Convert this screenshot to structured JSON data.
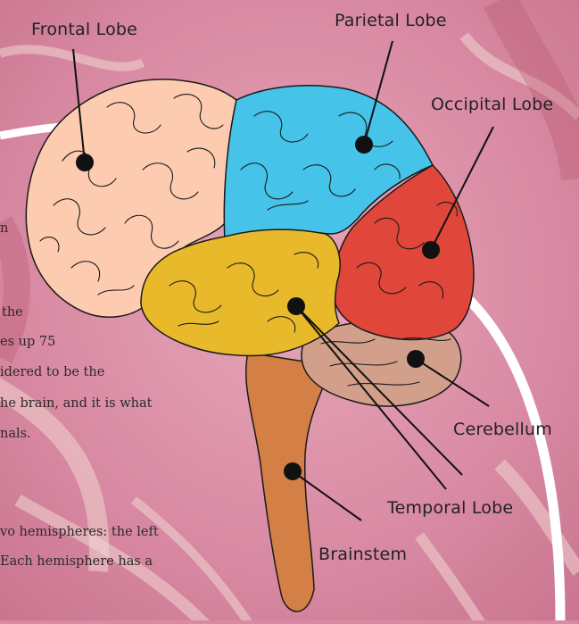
{
  "labels": {
    "frontal": "Frontal Lobe",
    "parietal": "Parietal Lobe",
    "occipital": "Occipital Lobe",
    "cerebellum": "Cerebellum",
    "temporal": "Temporal Lobe",
    "brainstem": "Brainstem"
  },
  "body_text": {
    "line1": "n",
    "line2": "the",
    "line3": "es up 75",
    "line4": "idered to be the",
    "line5": "he brain, and it is what",
    "line6": "nals.",
    "line7": "vo hemispheres: the left",
    "line8": "Each hemisphere has a"
  },
  "colors": {
    "frontal": "#fccbb0",
    "parietal": "#45c3e8",
    "occipital": "#e0473a",
    "temporal": "#e8b92a",
    "cerebellum": "#d2a08a",
    "brainstem": "#d37f45",
    "background": "#d98aa3",
    "arc": "#ffffff"
  }
}
